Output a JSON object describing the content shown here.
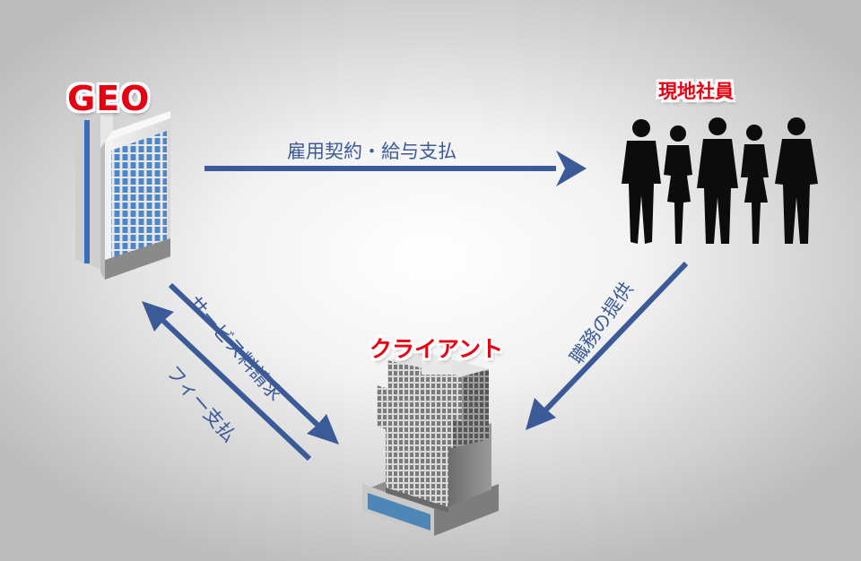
{
  "nodes": {
    "geo": "GEO",
    "client": "クライアント",
    "staff": "現地社員"
  },
  "flows": {
    "employment": "雇用契約・給与支払",
    "service_billing": "サービス料請求",
    "fee_payment": "フィー支払",
    "duties": "職務の提供"
  },
  "colors": {
    "arrow": "#3a5a98",
    "label_red": "#e60012"
  }
}
